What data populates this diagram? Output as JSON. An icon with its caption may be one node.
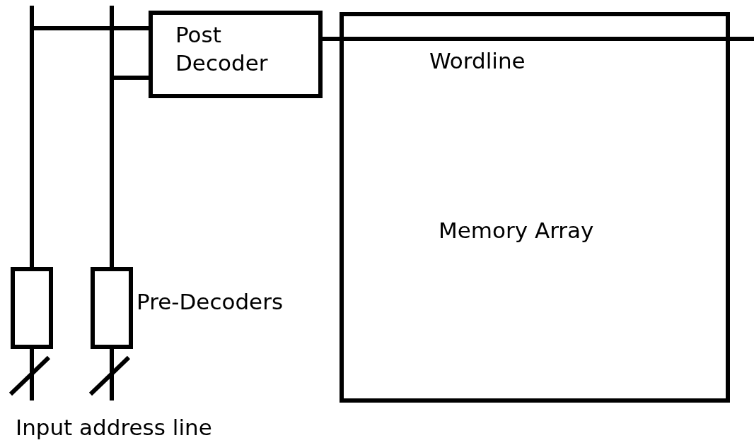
{
  "diagram": {
    "nodes": [
      {
        "text": [
          "Post Decoder"
        ]
      },
      {
        "text": [
          "Memory Array"
        ]
      },
      {
        "text": [],
        "shape": "box"
      },
      {
        "text": [],
        "shape": "box",
        "beside": [
          "Pre-Decoders"
        ]
      }
    ],
    "edges": [
      {
        "from": 0,
        "to": null,
        "arrow": "none",
        "label": "Wordline"
      },
      {
        "from": 2,
        "to": 0,
        "arrow": "none"
      },
      {
        "from": 3,
        "to": 0,
        "arrow": "none"
      },
      {
        "from": null,
        "to": 2,
        "arrow": "none"
      },
      {
        "from": null,
        "to": 3,
        "arrow": "none"
      }
    ],
    "labels": [
      "Input address line"
    ]
  }
}
